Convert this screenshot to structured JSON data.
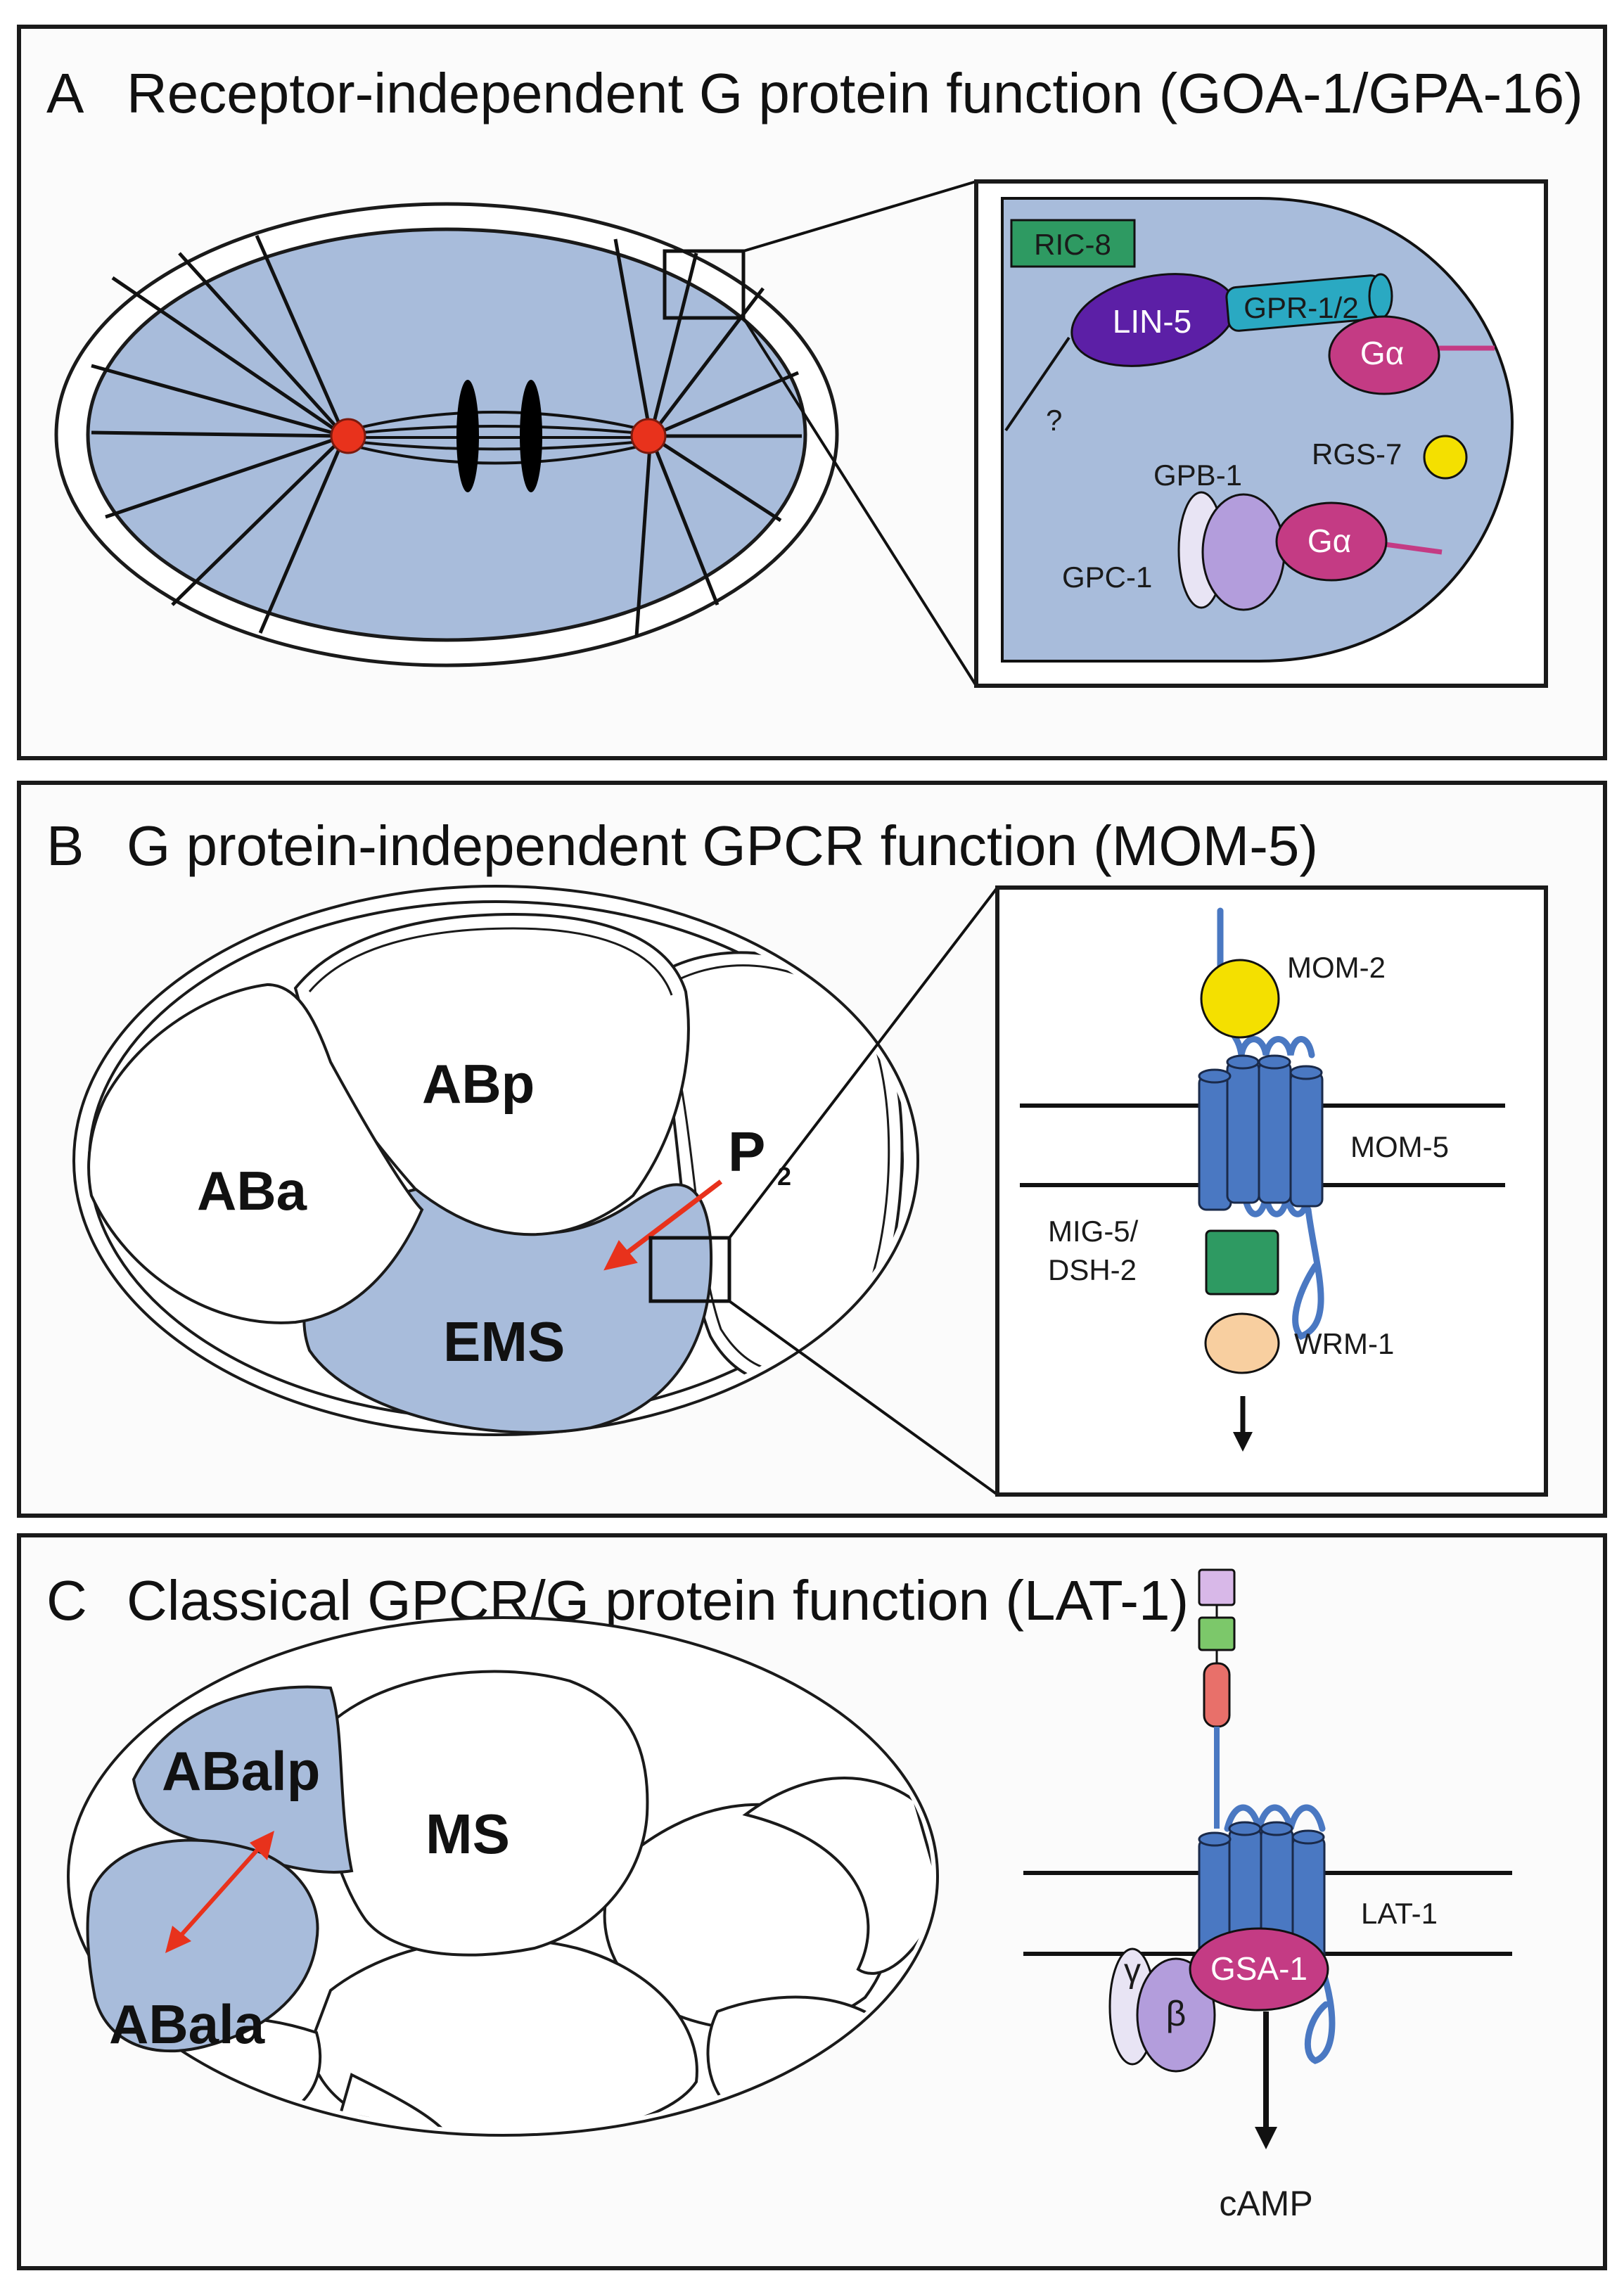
{
  "colors": {
    "cytoplasm": "#a8bcdb",
    "centrosome": "#e8321c",
    "ric8": "#2e9a62",
    "lin5": "#5c1fa6",
    "gpr": "#2aa9c2",
    "galpha": "#c43b84",
    "rgs7": "#f4e000",
    "gpb1": "#e8e4f4",
    "gpc1": "#b39ddc",
    "receptor": "#4a78c2",
    "mom2": "#f4e000",
    "mig5": "#2e9a62",
    "wrm1": "#f8cfa0",
    "ligand_top": "#d8b8e8",
    "ligand_mid": "#7cc86a",
    "ligand_bottom": "#e8706a",
    "arrow_red": "#e8321c"
  },
  "panelA": {
    "letter": "A",
    "title": "Receptor-independent G protein function (GOA-1/GPA-16)",
    "ric8": "RIC-8",
    "lin5": "LIN-5",
    "gpr": "GPR-1/2",
    "galpha_top": "Gα",
    "galpha_bottom": "Gα",
    "question": "?",
    "rgs7": "RGS-7",
    "gpb1": "GPB-1",
    "gpc1": "GPC-1"
  },
  "panelB": {
    "letter": "B",
    "title": "G protein-independent GPCR function (MOM-5)",
    "cell_aba": "ABa",
    "cell_abp": "ABp",
    "cell_p2": "P",
    "cell_p2_sub": "2",
    "cell_ems": "EMS",
    "mom2": "MOM-2",
    "mom5": "MOM-5",
    "mig5_line1": "MIG-5/",
    "mig5_line2": "DSH-2",
    "wrm1": "WRM-1"
  },
  "panelC": {
    "letter": "C",
    "title": "Classical GPCR/G protein function (LAT-1)",
    "cell_abalp": "ABalp",
    "cell_ms": "MS",
    "cell_abala": "ABala",
    "lat1": "LAT-1",
    "gamma": "γ",
    "beta": "β",
    "gsa1": "GSA-1",
    "camp": "cAMP"
  }
}
